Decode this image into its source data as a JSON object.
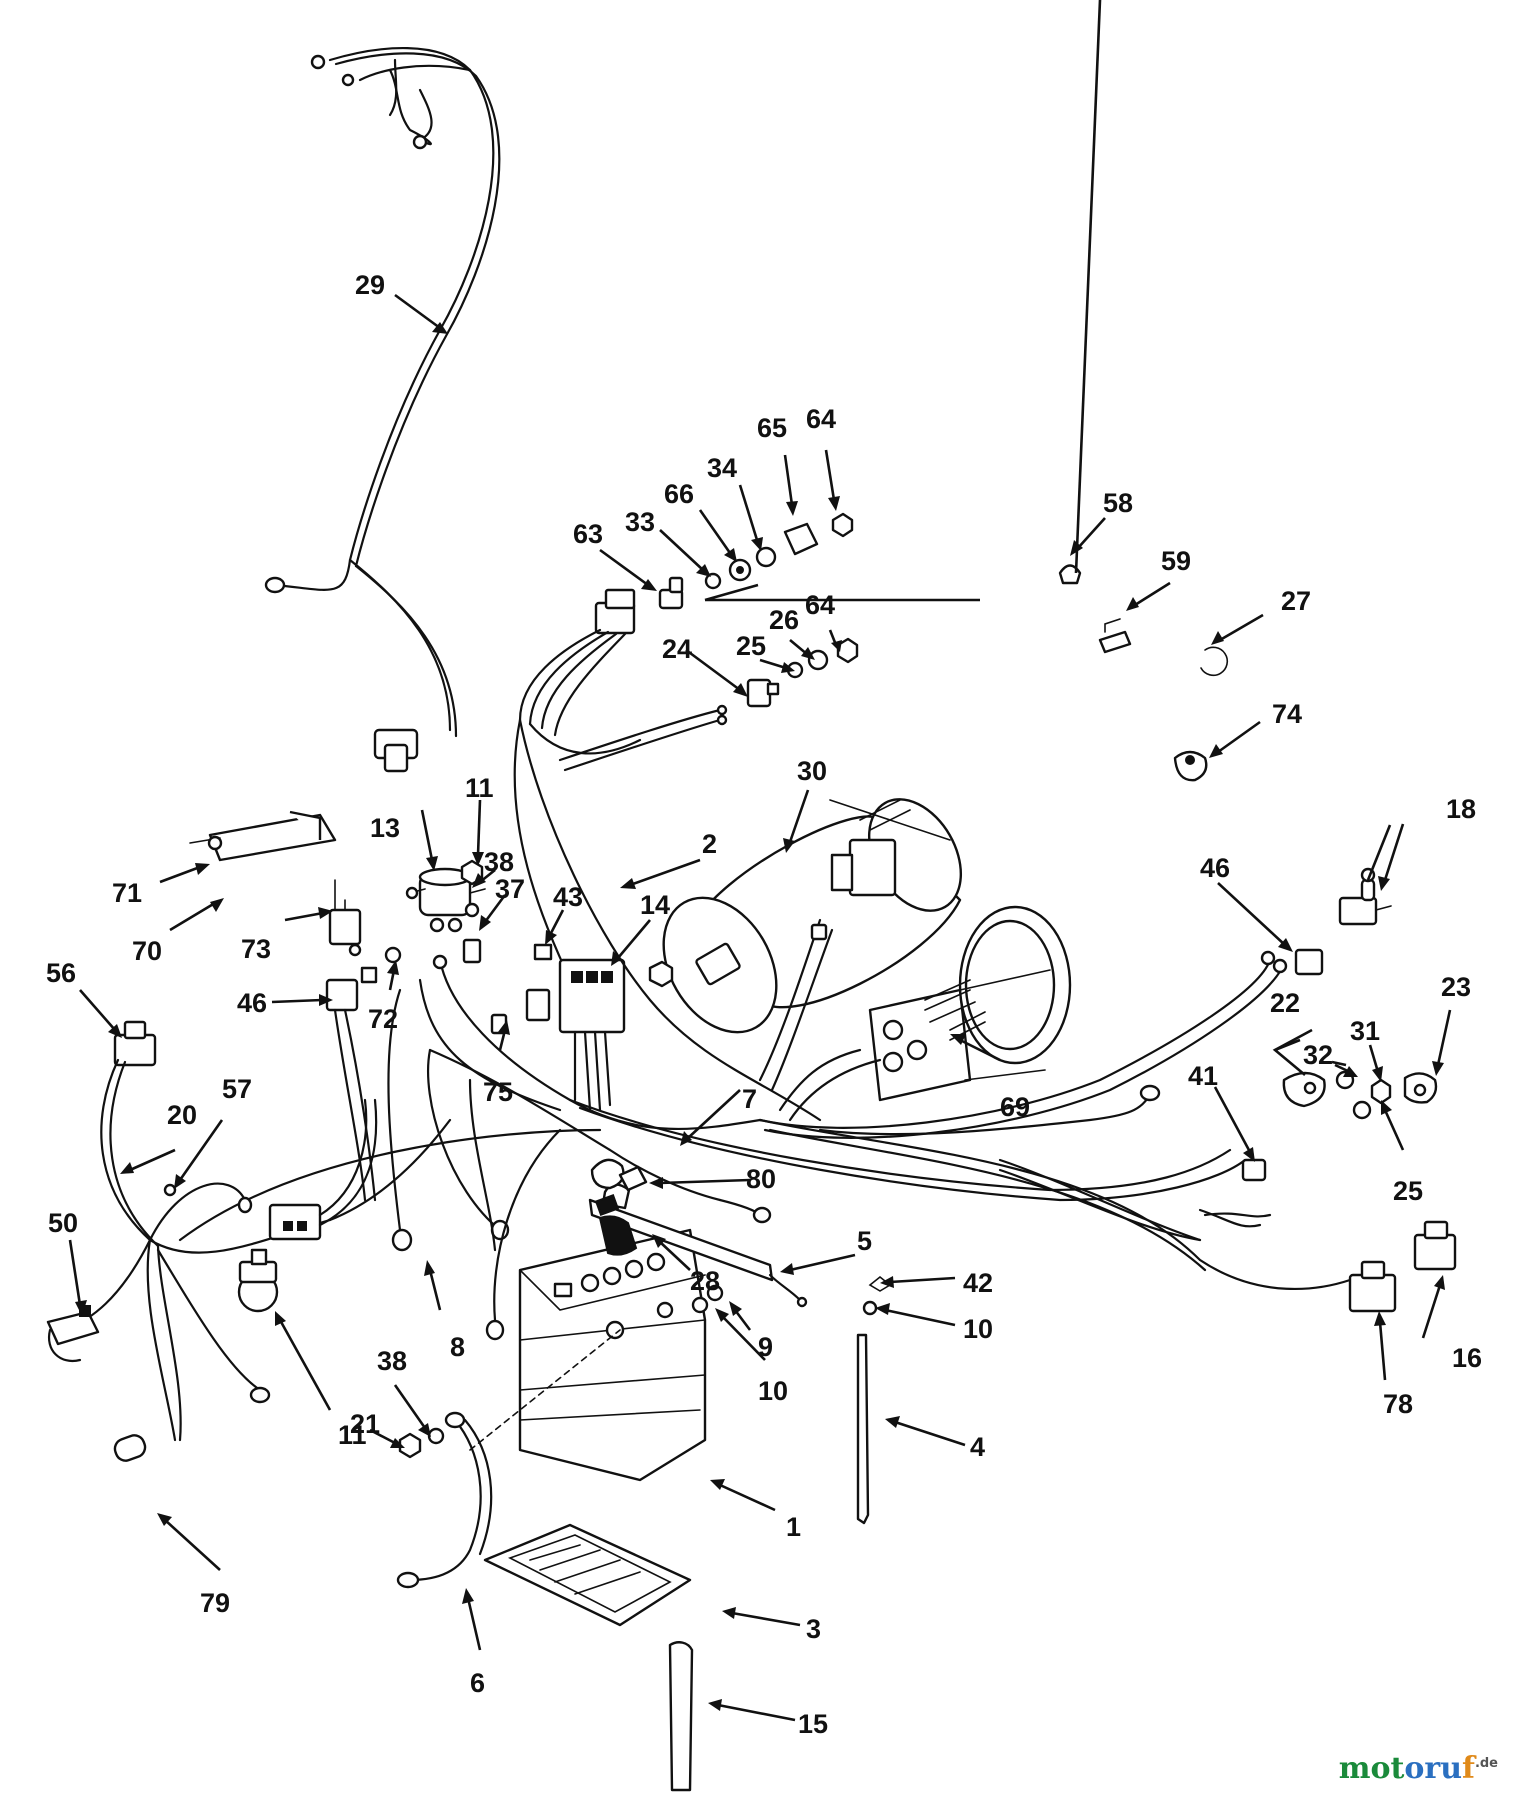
{
  "callouts": [
    {
      "id": "c29",
      "label": "29"
    },
    {
      "id": "c65",
      "label": "65"
    },
    {
      "id": "c64a",
      "label": "64"
    },
    {
      "id": "c34",
      "label": "34"
    },
    {
      "id": "c66",
      "label": "66"
    },
    {
      "id": "c33",
      "label": "33"
    },
    {
      "id": "c63",
      "label": "63"
    },
    {
      "id": "c64b",
      "label": "64"
    },
    {
      "id": "c26",
      "label": "26"
    },
    {
      "id": "c25a",
      "label": "25"
    },
    {
      "id": "c24",
      "label": "24"
    },
    {
      "id": "c58",
      "label": "58"
    },
    {
      "id": "c59",
      "label": "59"
    },
    {
      "id": "c27",
      "label": "27"
    },
    {
      "id": "c74",
      "label": "74"
    },
    {
      "id": "c30",
      "label": "30"
    },
    {
      "id": "c2",
      "label": "2"
    },
    {
      "id": "c11a",
      "label": "11"
    },
    {
      "id": "c13",
      "label": "13"
    },
    {
      "id": "c38a",
      "label": "38"
    },
    {
      "id": "c37",
      "label": "37"
    },
    {
      "id": "c43",
      "label": "43"
    },
    {
      "id": "c14",
      "label": "14"
    },
    {
      "id": "c71",
      "label": "71"
    },
    {
      "id": "c70",
      "label": "70"
    },
    {
      "id": "c73",
      "label": "73"
    },
    {
      "id": "c46a",
      "label": "46"
    },
    {
      "id": "c72",
      "label": "72"
    },
    {
      "id": "c56",
      "label": "56"
    },
    {
      "id": "c18",
      "label": "18"
    },
    {
      "id": "c46b",
      "label": "46"
    },
    {
      "id": "c22",
      "label": "22"
    },
    {
      "id": "c23",
      "label": "23"
    },
    {
      "id": "c31",
      "label": "31"
    },
    {
      "id": "c32",
      "label": "32"
    },
    {
      "id": "c69",
      "label": "69"
    },
    {
      "id": "c75",
      "label": "75"
    },
    {
      "id": "c7",
      "label": "7"
    },
    {
      "id": "c41",
      "label": "41"
    },
    {
      "id": "c25b",
      "label": "25"
    },
    {
      "id": "c20",
      "label": "20"
    },
    {
      "id": "c57",
      "label": "57"
    },
    {
      "id": "c80",
      "label": "80"
    },
    {
      "id": "c50",
      "label": "50"
    },
    {
      "id": "c5",
      "label": "5"
    },
    {
      "id": "c28",
      "label": "28"
    },
    {
      "id": "c42",
      "label": "42"
    },
    {
      "id": "c8",
      "label": "8"
    },
    {
      "id": "c9",
      "label": "9"
    },
    {
      "id": "c10a",
      "label": "10"
    },
    {
      "id": "c10b",
      "label": "10"
    },
    {
      "id": "c16",
      "label": "16"
    },
    {
      "id": "c78",
      "label": "78"
    },
    {
      "id": "c21",
      "label": "21"
    },
    {
      "id": "c38b",
      "label": "38"
    },
    {
      "id": "c11b",
      "label": "11"
    },
    {
      "id": "c4",
      "label": "4"
    },
    {
      "id": "c1",
      "label": "1"
    },
    {
      "id": "c79",
      "label": "79"
    },
    {
      "id": "c6",
      "label": "6"
    },
    {
      "id": "c3",
      "label": "3"
    },
    {
      "id": "c15",
      "label": "15"
    }
  ],
  "watermark": {
    "part_a": "mot",
    "part_b": "oru",
    "part_c": "f",
    "suffix": ".de"
  }
}
